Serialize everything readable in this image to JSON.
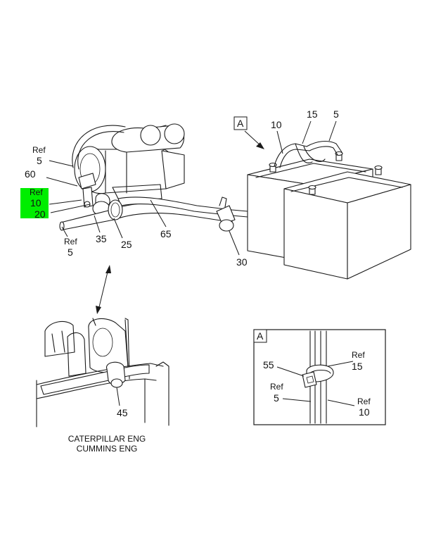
{
  "callouts": {
    "ref5_top": [
      "Ref",
      "5"
    ],
    "c60": "60",
    "highlight": [
      "Ref",
      "10",
      "20"
    ],
    "ref5_bottom": [
      "Ref",
      "5"
    ],
    "c35": "35",
    "c25": "25",
    "c65": "65",
    "c30": "30",
    "viewA": "A",
    "c10": "10",
    "c15": "15",
    "c5": "5",
    "c45": "45"
  },
  "detail": {
    "label": "A",
    "c55": "55",
    "ref15": [
      "Ref",
      "15"
    ],
    "ref5": [
      "Ref",
      "5"
    ],
    "ref10": [
      "Ref",
      "10"
    ]
  },
  "caption": [
    "CATERPILLAR ENG",
    "CUMMINS ENG"
  ],
  "colors": {
    "highlight": "#00ee00",
    "line": "#1a1a1a",
    "background": "#ffffff"
  }
}
